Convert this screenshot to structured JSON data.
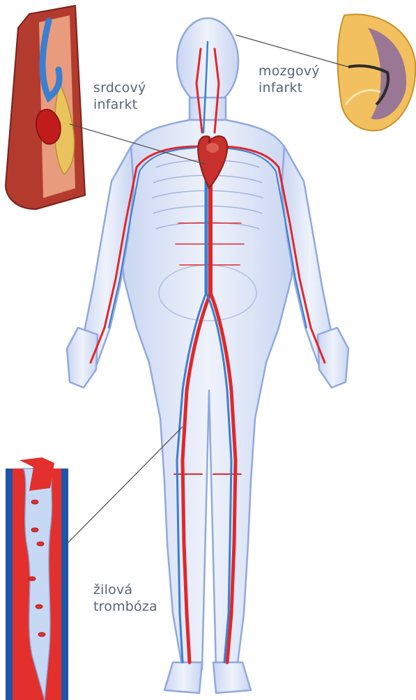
{
  "labels": {
    "heart_attack": [
      "srdcový",
      "infarkt"
    ],
    "stroke": [
      "mozgový",
      "infarkt"
    ],
    "vein_thrombosis": [
      "žilová",
      "trombóza"
    ]
  },
  "colors": {
    "artery": "#e0282a",
    "vein": "#3b7fd0",
    "body_outline": "#8fa9df",
    "body_fill": "#dfe6f7",
    "plaque": "#e9c35d",
    "brain_tissue": "#f2c05e",
    "brain_infarct": "#8b6a9e",
    "leader_line": "#4a4a4a",
    "label_text": "#5a6572"
  },
  "icons": [
    "artery-plaque-inset",
    "brain-section-inset",
    "vein-thrombus-inset",
    "human-circulatory-system"
  ]
}
